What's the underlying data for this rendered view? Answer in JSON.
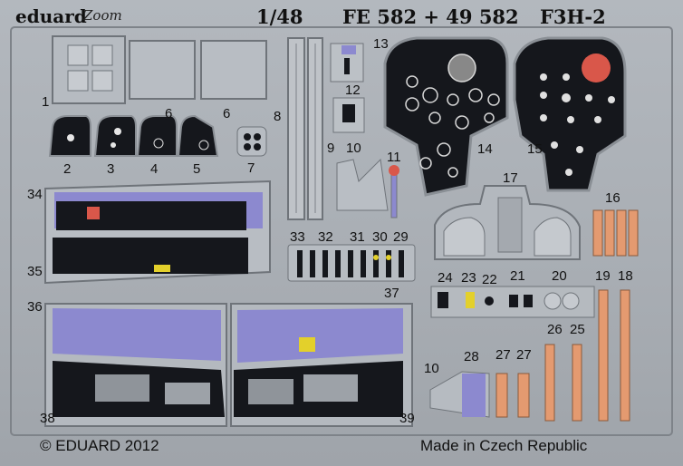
{
  "header": {
    "brand": "eduard",
    "zoom_mark": "Zoom",
    "scale": "1/48",
    "product_codes": "FE 582 + 49 582",
    "model": "F3H-2"
  },
  "part_numbers": [
    "1",
    "2",
    "3",
    "4",
    "5",
    "6",
    "6",
    "7",
    "8",
    "9",
    "10",
    "10",
    "11",
    "12",
    "13",
    "14",
    "15",
    "16",
    "17",
    "18",
    "19",
    "20",
    "21",
    "22",
    "23",
    "24",
    "25",
    "26",
    "27",
    "27",
    "28",
    "29",
    "30",
    "31",
    "32",
    "33",
    "34",
    "35",
    "36",
    "37",
    "38",
    "39"
  ],
  "footer": {
    "copyright": "© EDUARD 2012",
    "origin": "Made in Czech Republic"
  },
  "colors": {
    "fret": "#a9aeb4",
    "panel_black": "#15171c",
    "panel_purple": "#8c89cf",
    "seatbelt_orange": "#e49a70",
    "accent_red": "#d9574a",
    "accent_yellow": "#e3d02b"
  }
}
